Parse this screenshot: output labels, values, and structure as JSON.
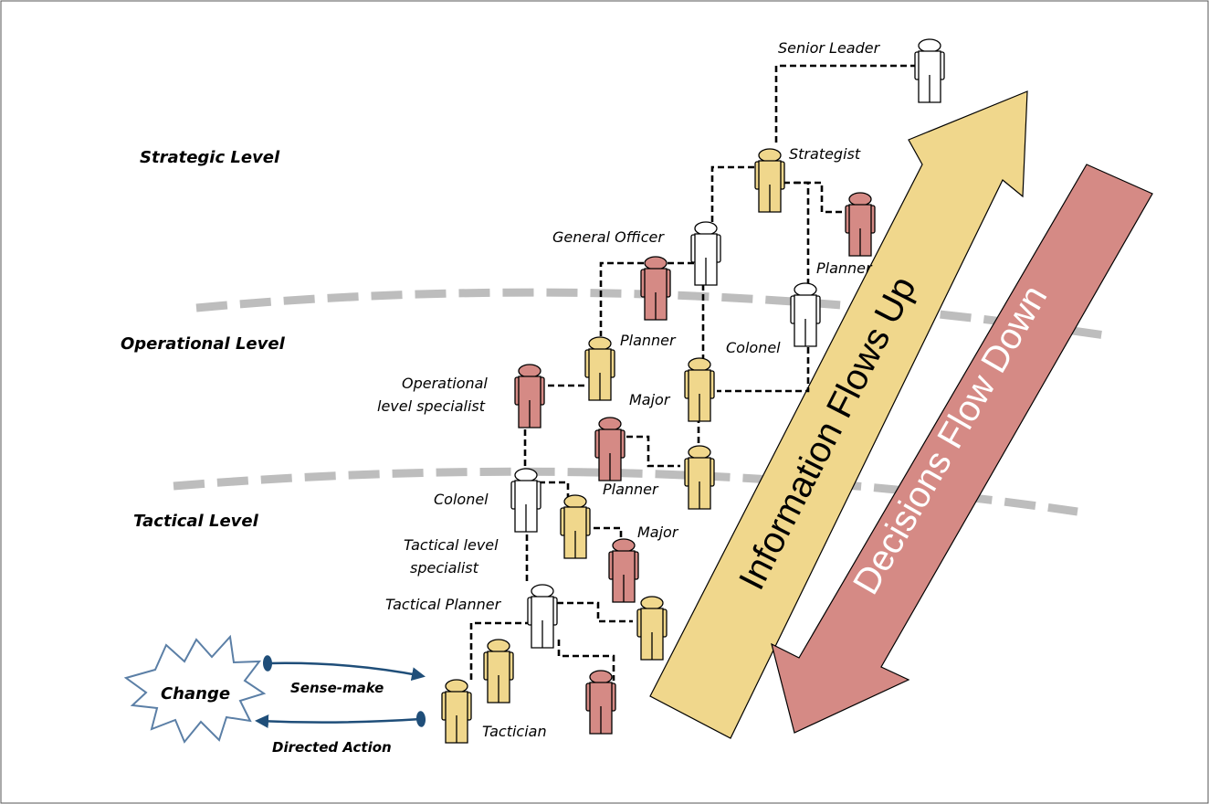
{
  "levels": {
    "strategic": "Strategic Level",
    "operational": "Operational Level",
    "tactical": "Tactical Level"
  },
  "roles": {
    "senior_leader": "Senior Leader",
    "strategist": "Strategist",
    "general_officer": "General Officer",
    "planner_strategic": "Planner",
    "planner_operational": "Planner",
    "colonel_operational": "Colonel",
    "major_operational": "Major",
    "operational_specialist_line1": "Operational",
    "operational_specialist_line2": "level specialist",
    "planner_operational_low": "Planner",
    "colonel_tactical": "Colonel",
    "major_tactical": "Major",
    "tactical_specialist_line1": "Tactical level",
    "tactical_specialist_line2": "specialist",
    "tactical_planner": "Tactical Planner",
    "tactician": "Tactician"
  },
  "cycle": {
    "change": "Change",
    "sense_make": "Sense-make",
    "directed_action": "Directed Action"
  },
  "arrows": {
    "up": "Information Flows Up",
    "down": "Decisions Flow Down"
  },
  "colors": {
    "yellow": "#f0d78c",
    "red": "#d58a85",
    "white": "#ffffff",
    "band": "#bdbdbd",
    "cycle_blue": "#1f4e79",
    "star_stroke": "#5b7fa6"
  }
}
